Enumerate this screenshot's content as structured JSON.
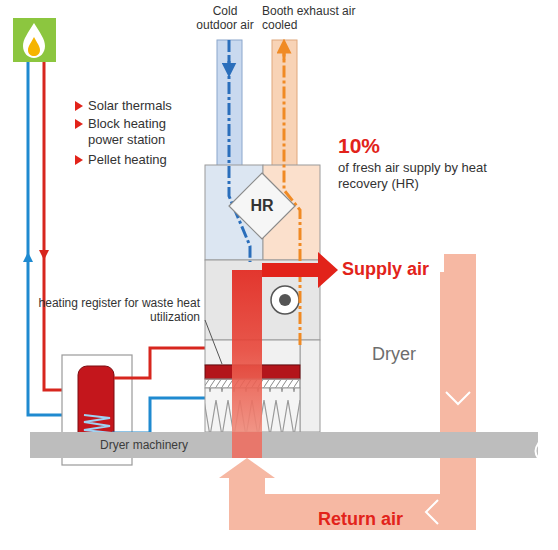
{
  "diagram": {
    "nodes": [
      {
        "text": [
          "HR"
        ]
      },
      {
        "text": [
          "Dryer machinery"
        ]
      }
    ],
    "labels": [
      "Cold outdoor air",
      "Booth exhaust air cooled",
      "Solar thermals",
      "Block heating power station",
      "Pellet heating",
      "10%",
      "of fresh air supply by heat recovery (HR)",
      "Supply air",
      "heating register for waste heat utilization",
      "Dryer",
      "Return air"
    ]
  }
}
